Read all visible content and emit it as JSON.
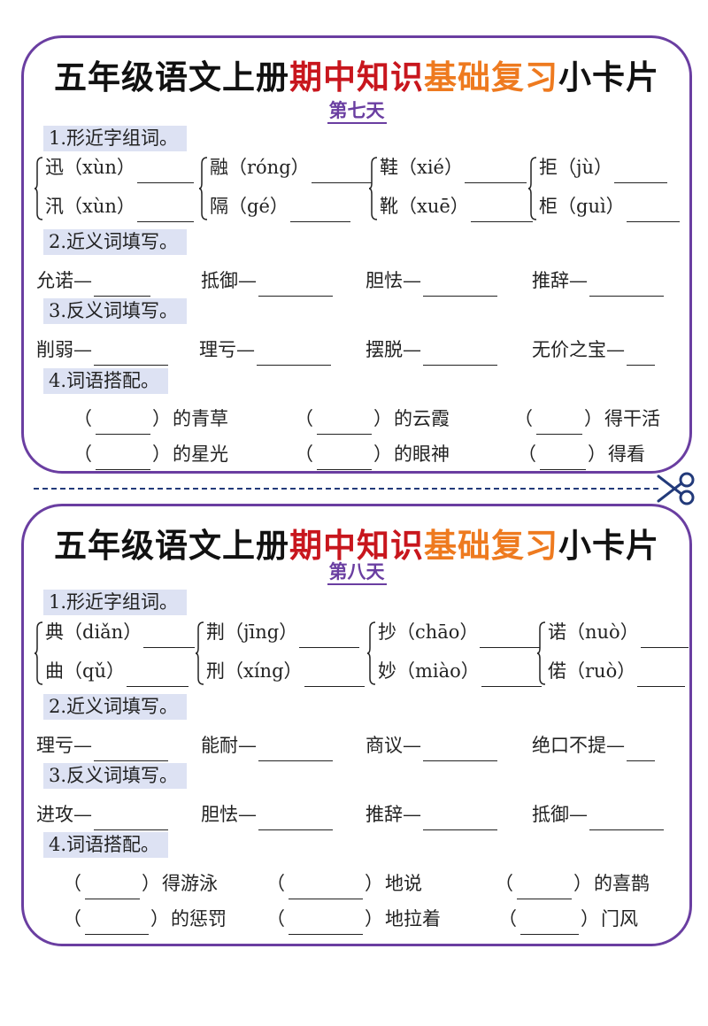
{
  "cards": [
    {
      "title": {
        "part1": "五年级语文上册",
        "part2": "期中知识",
        "part3": "基础复习",
        "part4": "小卡片"
      },
      "day": "第七天",
      "sections": [
        "1.形近字组词。",
        "2.近义词填写。",
        "3.反义词填写。",
        "4.词语搭配。"
      ],
      "pairs": [
        {
          "top": "迅（xùn）",
          "bottom": "汛（xùn）"
        },
        {
          "top": "融（róng）",
          "bottom": "隔（gé）"
        },
        {
          "top": "鞋（xié）",
          "bottom": "靴（xuē）"
        },
        {
          "top": "拒（jù）",
          "bottom": "柜（guì）"
        }
      ],
      "synonyms": [
        "允诺—",
        "抵御—",
        "胆怯—",
        "推辞—"
      ],
      "antonyms": [
        "削弱—",
        "理亏—",
        "摆脱—",
        "无价之宝—"
      ],
      "matching": [
        [
          "的青草",
          "的云霞",
          "得干活"
        ],
        [
          "的星光",
          "的眼神",
          "得看"
        ]
      ]
    },
    {
      "title": {
        "part1": "五年级语文上册",
        "part2": "期中知识",
        "part3": "基础复习",
        "part4": "小卡片"
      },
      "day": "第八天",
      "sections": [
        "1.形近字组词。",
        "2.近义词填写。",
        "3.反义词填写。",
        "4.词语搭配。"
      ],
      "pairs": [
        {
          "top": "典（diǎn）",
          "bottom": "曲（qǔ）"
        },
        {
          "top": "荆（jīng）",
          "bottom": "刑（xíng）"
        },
        {
          "top": "抄（chāo）",
          "bottom": "妙（miào）"
        },
        {
          "top": "诺（nuò）",
          "bottom": "偌（ruò）"
        }
      ],
      "synonyms": [
        "理亏—",
        "能耐—",
        "商议—",
        "绝口不提—"
      ],
      "antonyms": [
        "进攻—",
        "胆怯—",
        "推辞—",
        "抵御—"
      ],
      "matching": [
        [
          "得游泳",
          "地说",
          "的喜鹊"
        ],
        [
          "的惩罚",
          "地拉着",
          "门风"
        ]
      ]
    }
  ],
  "colors": {
    "border": "#6a3ea1",
    "title_red": "#c8161d",
    "title_orange": "#ee7a1f",
    "section_bg": "#dde2f3",
    "divider": "#223a7a"
  },
  "icons": {
    "scissors": "scissors-icon"
  }
}
